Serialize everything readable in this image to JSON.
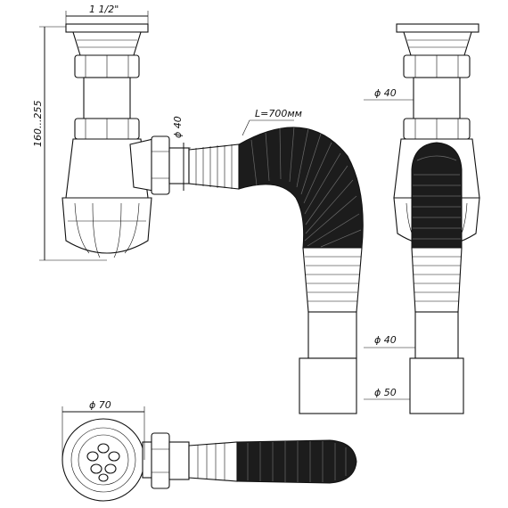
{
  "labels": {
    "inlet_size": "1 1/2\"",
    "height_range": "160...255",
    "outlet_diameter_top": "ϕ 40",
    "hose_length": "L=700мм",
    "side_diameter_upper": "ϕ 40",
    "side_diameter_lower": "ϕ 40",
    "side_diameter_pipe": "ϕ 50",
    "bottom_diameter": "ϕ 70"
  }
}
